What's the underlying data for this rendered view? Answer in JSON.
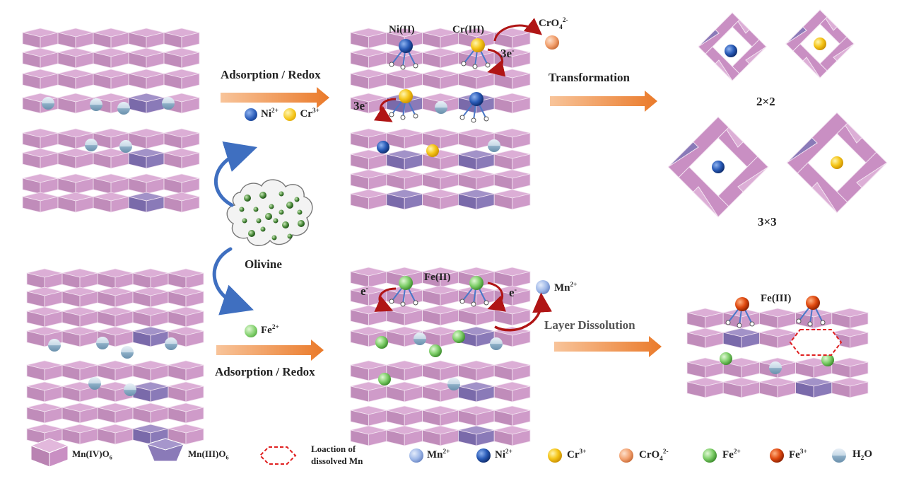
{
  "labels": {
    "adsorption_redox_top": "Adsorption / Redox",
    "adsorption_redox_bottom": "Adsorption / Redox",
    "transformation": "Transformation",
    "layer_dissolution": "Layer Dissolution",
    "olivine": "Olivine",
    "tunnel_2x2": "2×2",
    "tunnel_3x3": "3×3",
    "ni_ii": "Ni(II)",
    "cr_iii": "Cr(III)",
    "fe_ii": "Fe(II)",
    "fe_iii": "Fe(III)",
    "three_e_1": "3e",
    "three_e_2": "3e",
    "e_left": "e",
    "e_right": "e",
    "electron_sup": "-",
    "cro4_main": "CrO",
    "cro4_sub": "4",
    "cro4_sup": "2-",
    "mn_main": "Mn",
    "mn_sup": "2+",
    "ni_main": "Ni",
    "ni_sup": "2+",
    "cr_main": "Cr",
    "cr_sup": "3+",
    "fe2_main": "Fe",
    "fe2_sup": "2+"
  },
  "legend": {
    "mn4_main": "Mn(IV)O",
    "mn4_sub": "6",
    "mn3_main": "Mn(III)O",
    "mn3_sub": "6",
    "dissolved_line1": "Loaction of",
    "dissolved_line2": "dissolved Mn",
    "mn2_main": "Mn",
    "mn2_sup": "2+",
    "ni2_main": "Ni",
    "ni2_sup": "2+",
    "cr3_main": "Cr",
    "cr3_sup": "3+",
    "cro4_main": "CrO",
    "cro4_sub": "4",
    "cro4_sup": "2-",
    "fe2_main": "Fe",
    "fe2_sup": "2+",
    "fe3_main": "Fe",
    "fe3_sup": "3+",
    "h2o_a": "H",
    "h2o_sub": "2",
    "h2o_b": "O"
  },
  "colors": {
    "mn4": "#c98fc3",
    "mn3": "#8a7ab8",
    "ni": "#2a5cb8",
    "cr": "#f5c518",
    "cro4": "#f2a06e",
    "fe2": "#7fcf6a",
    "fe3": "#e04a10",
    "mn2": "#9fb8e8",
    "h2o": "#aac4d8",
    "arrow_orange": "#f08a3a",
    "arrow_red": "#b01515",
    "arrow_blue": "#3f6fc0"
  }
}
